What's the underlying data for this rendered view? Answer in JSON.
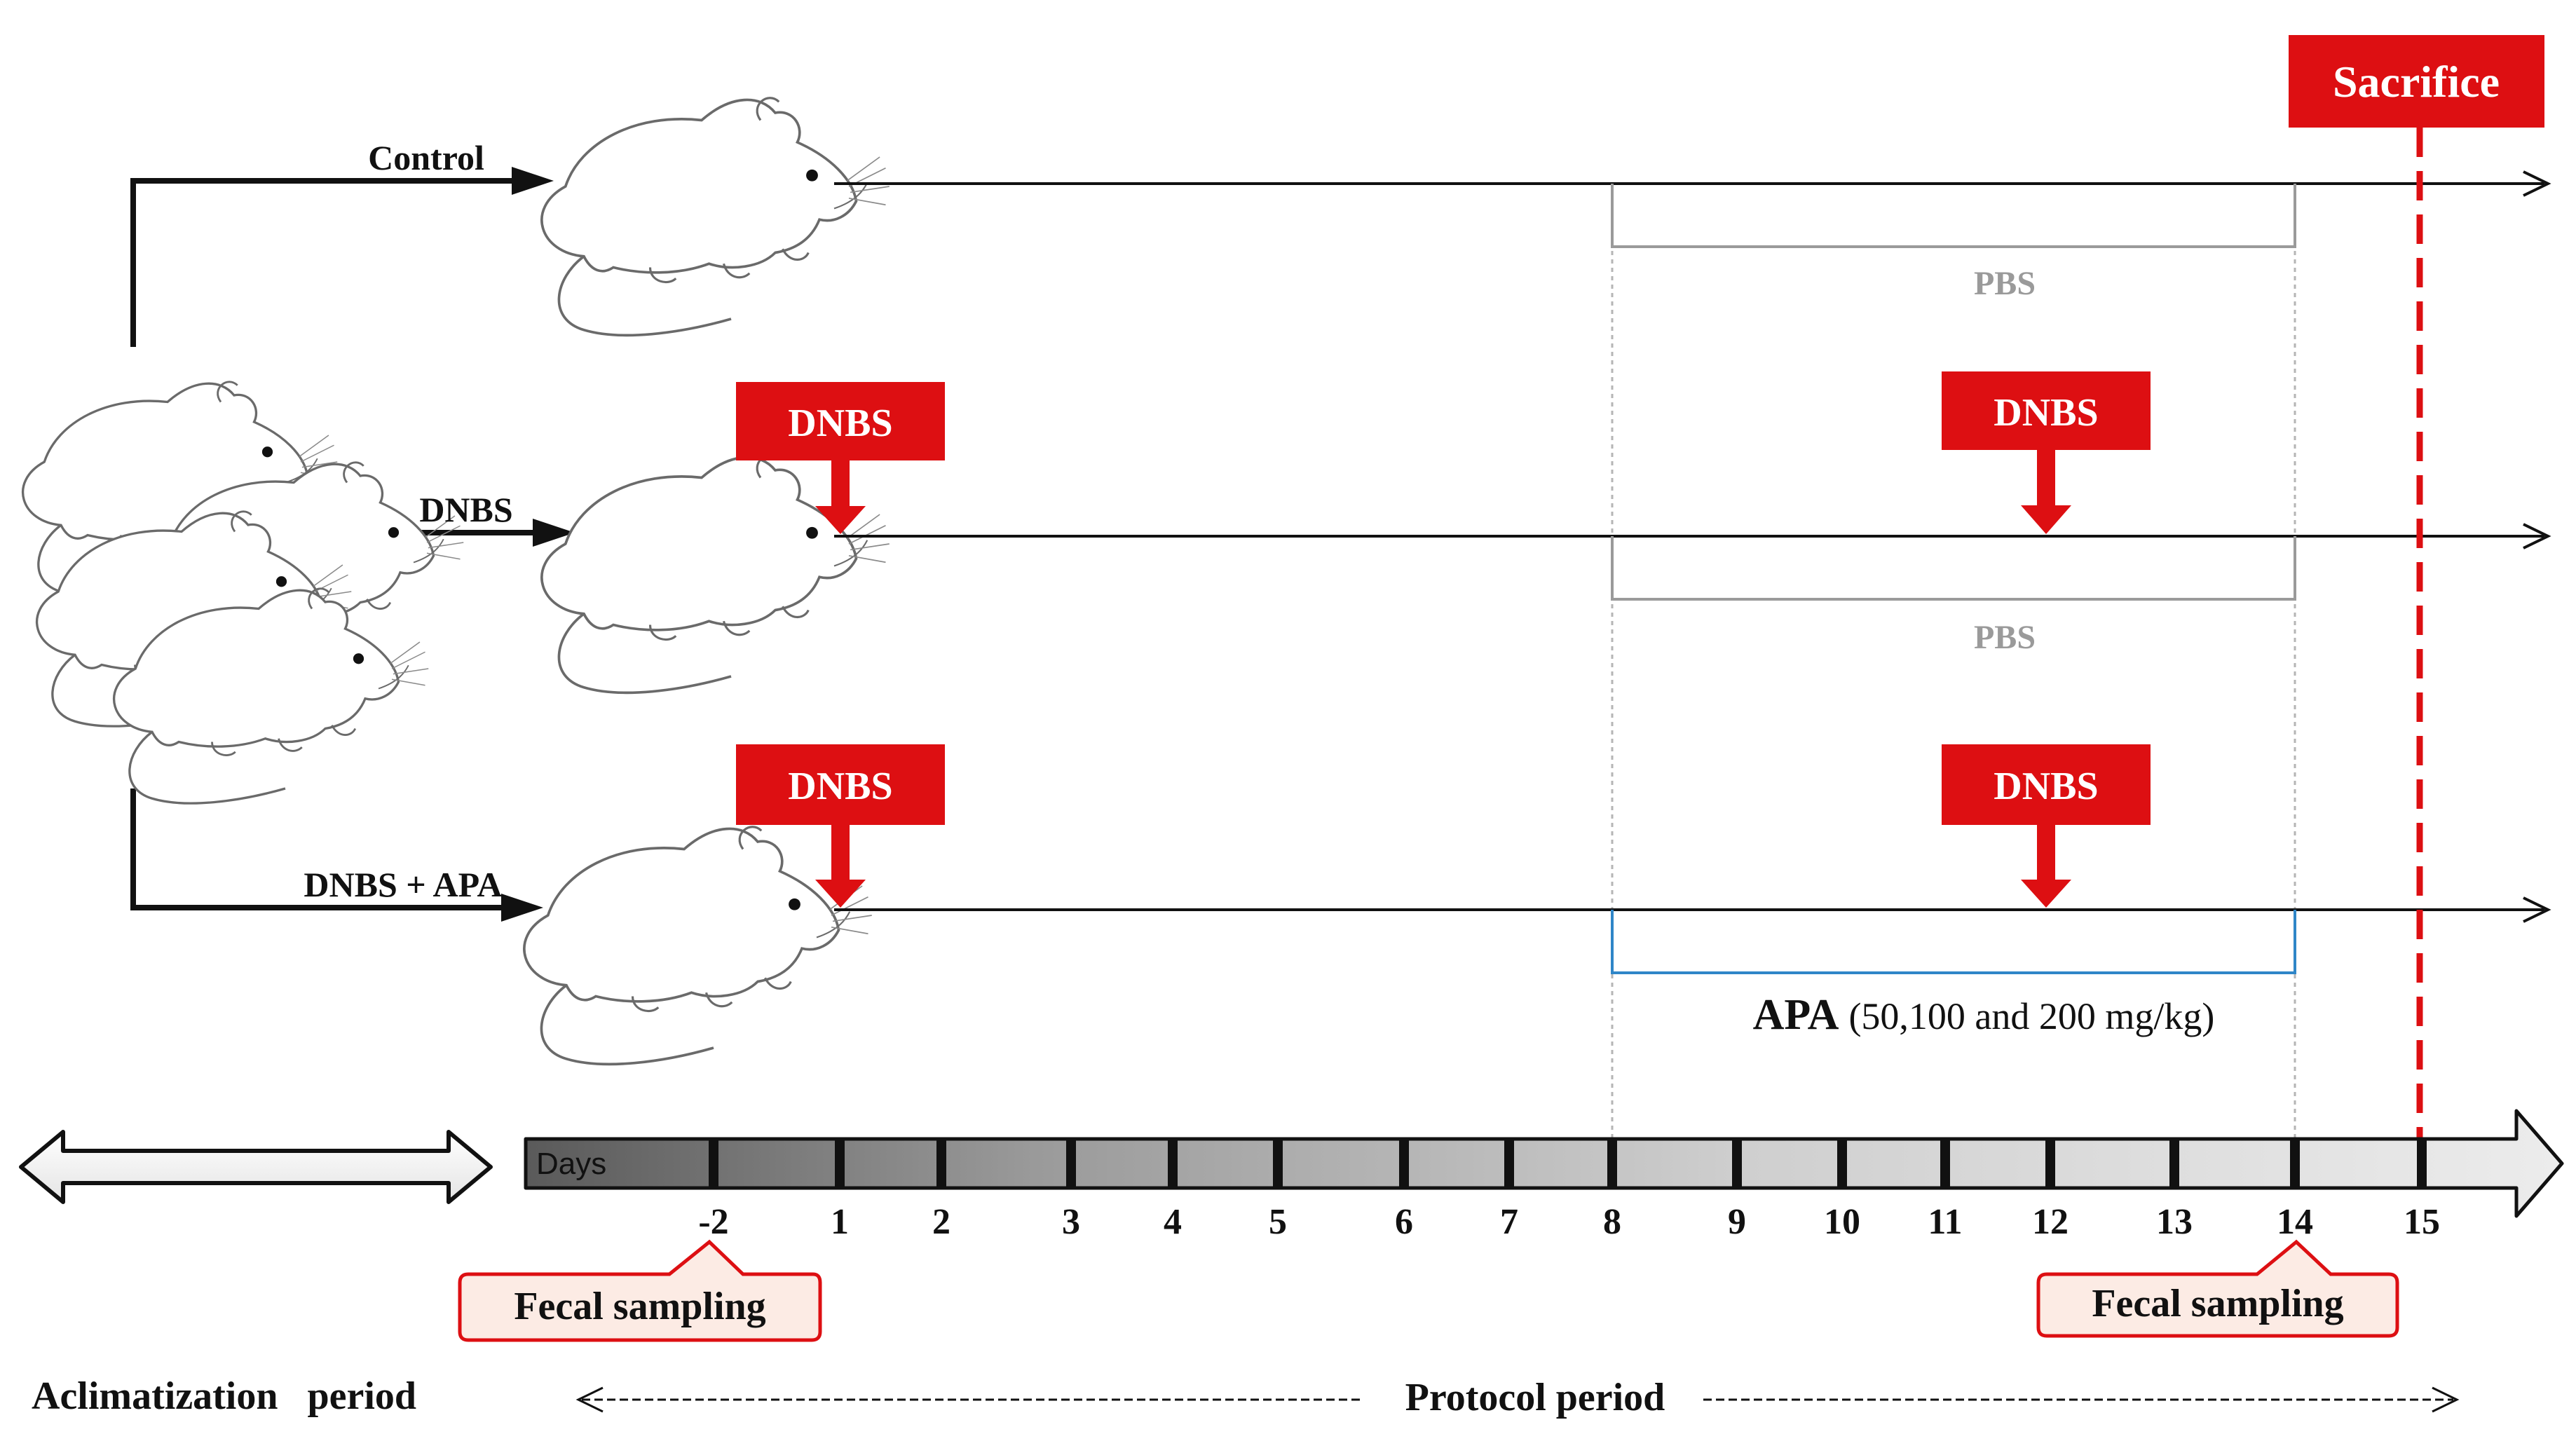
{
  "groups": {
    "control": "Control",
    "dnbs": "DNBS",
    "dnbs_apa": "DNBS + APA"
  },
  "sacrifice": "Sacrifice",
  "dnbs_marker": "DNBS",
  "treatments": {
    "pbs_1": "PBS",
    "pbs_2": "PBS",
    "apa_label": "APA",
    "apa_doses": "(50,100 and 200 mg/kg)"
  },
  "timeline": {
    "axis_label": "Days",
    "ticks": [
      "-2",
      "1",
      "2",
      "3",
      "4",
      "5",
      "6",
      "7",
      "8",
      "9",
      "10",
      "11",
      "12",
      "13",
      "14",
      "15"
    ]
  },
  "fecal_sampling": "Fecal sampling",
  "periods": {
    "aclimatization": "Aclimatization   period",
    "protocol": "Protocol period"
  },
  "colors": {
    "accent_red": "#dd0f12",
    "pbs_gray": "#9a9a9a",
    "apa_blue": "#2f86c8",
    "callout_fill": "#fcebe4"
  }
}
